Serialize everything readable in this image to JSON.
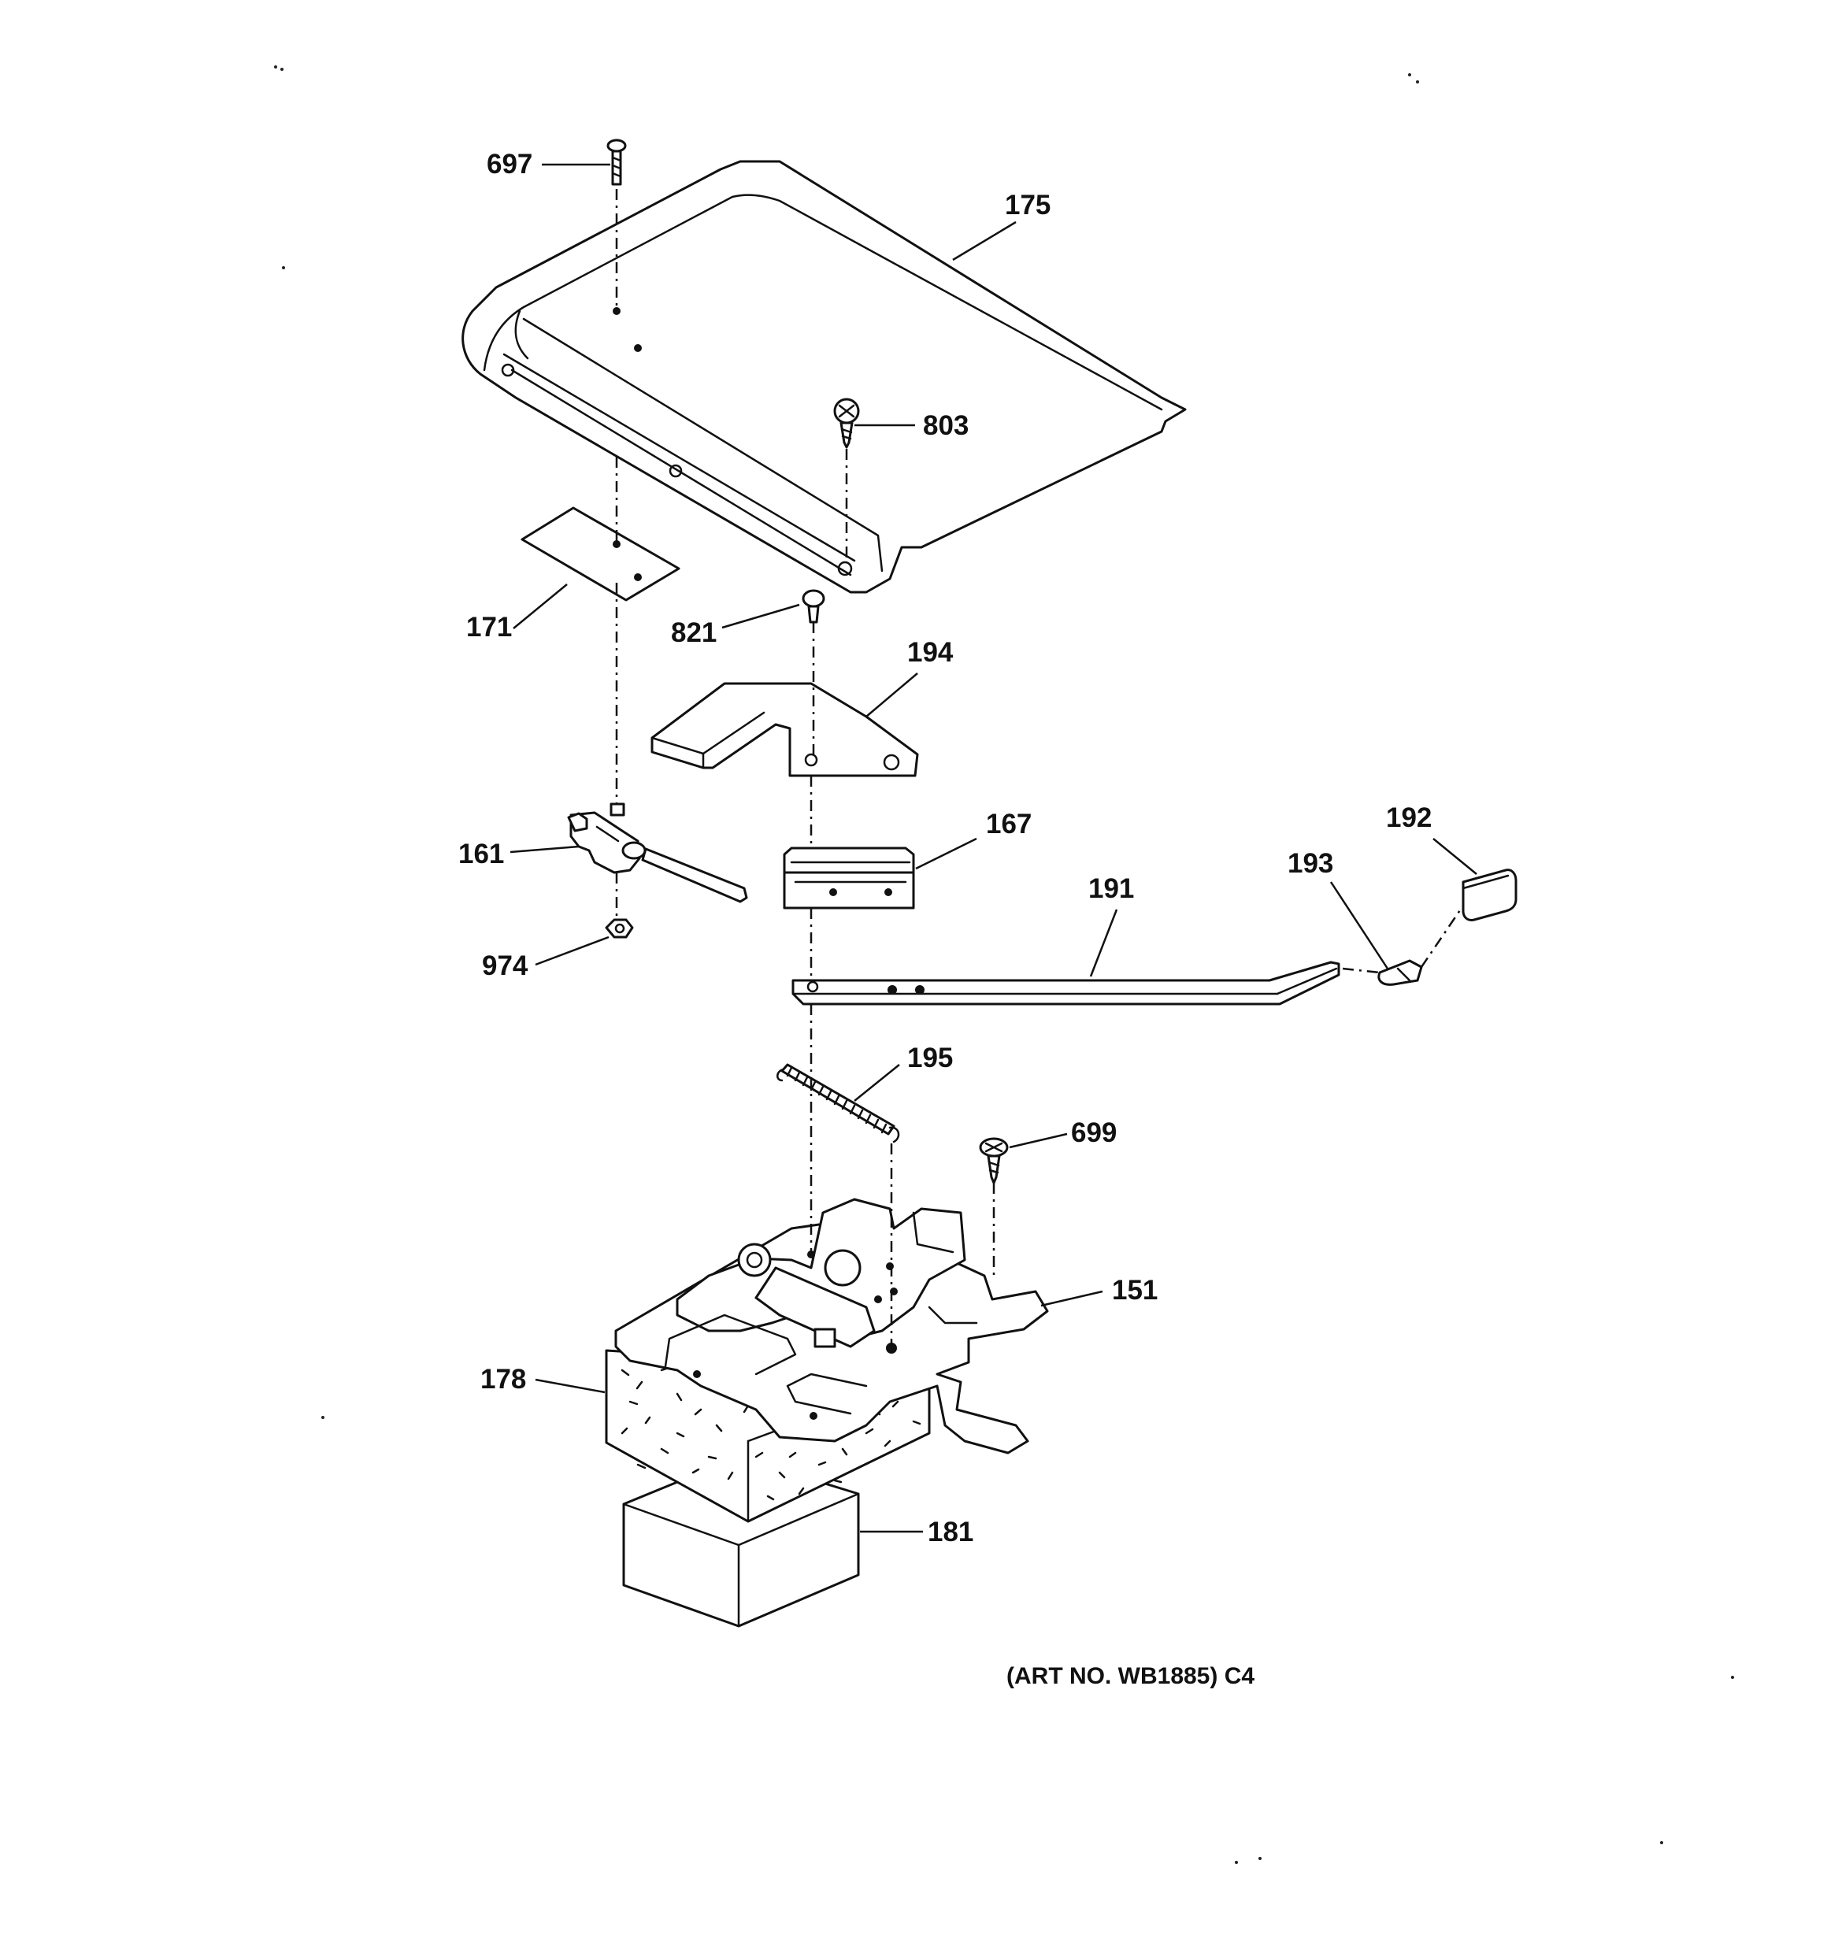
{
  "diagram": {
    "art_number": "(ART NO. WB1885) C4",
    "callouts": {
      "c697": "697",
      "c175": "175",
      "c803": "803",
      "c171": "171",
      "c821": "821",
      "c194": "194",
      "c161": "161",
      "c167": "167",
      "c192": "192",
      "c193": "193",
      "c191": "191",
      "c974": "974",
      "c195": "195",
      "c699": "699",
      "c151": "151",
      "c178": "178",
      "c181": "181"
    }
  }
}
